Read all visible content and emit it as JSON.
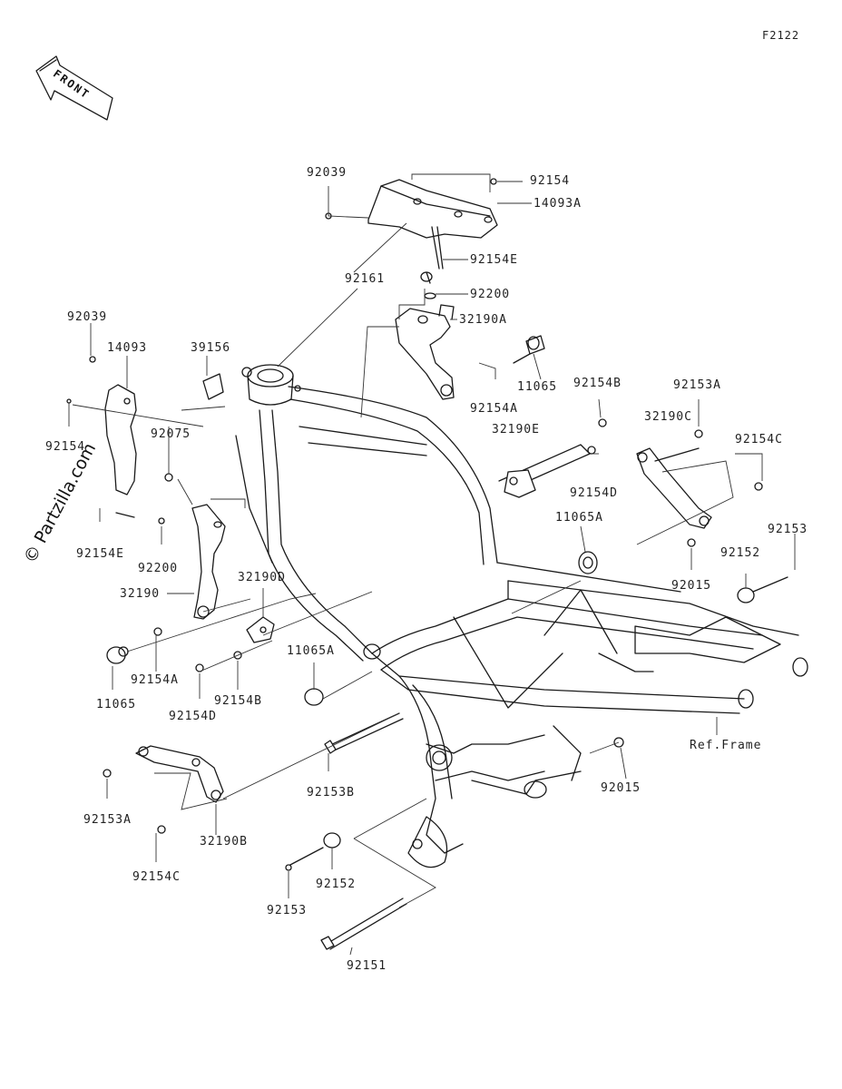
{
  "figure_code": "F2122",
  "front_label": "FRONT",
  "watermark": "© Partzilla.com",
  "ref_label": "Ref.Frame",
  "callouts": {
    "c92039_top": "92039",
    "c92154_top": "92154",
    "c14093A": "14093A",
    "c92154E_top": "92154E",
    "c92161": "92161",
    "c92200_top": "92200",
    "c32190A": "32190A",
    "c11065_top": "11065",
    "c92154A_top": "92154A",
    "c92154B_top": "92154B",
    "c32190E": "32190E",
    "c32190C": "32190C",
    "c92153A_top": "92153A",
    "c92154C_top": "92154C",
    "c92154D_top": "92154D",
    "c11065A_top": "11065A",
    "c92153_right": "92153",
    "c92152_right": "92152",
    "c92015_top": "92015",
    "c92039_left": "92039",
    "c14093": "14093",
    "c39156": "39156",
    "c92154_left": "92154",
    "c92075": "92075",
    "c92154E_left": "92154E",
    "c92200_left": "92200",
    "c32190": "32190",
    "c32190D": "32190D",
    "c11065A_mid": "11065A",
    "c11065_bot": "11065",
    "c92154A_bot": "92154A",
    "c92154B_bot": "92154B",
    "c92154D_bot": "92154D",
    "c92153B": "92153B",
    "c92015_bot": "92015",
    "c92153A_bot": "92153A",
    "c32190B": "32190B",
    "c92154C_bot": "92154C",
    "c92153_bot": "92153",
    "c92152_bot": "92152",
    "c92151": "92151"
  }
}
